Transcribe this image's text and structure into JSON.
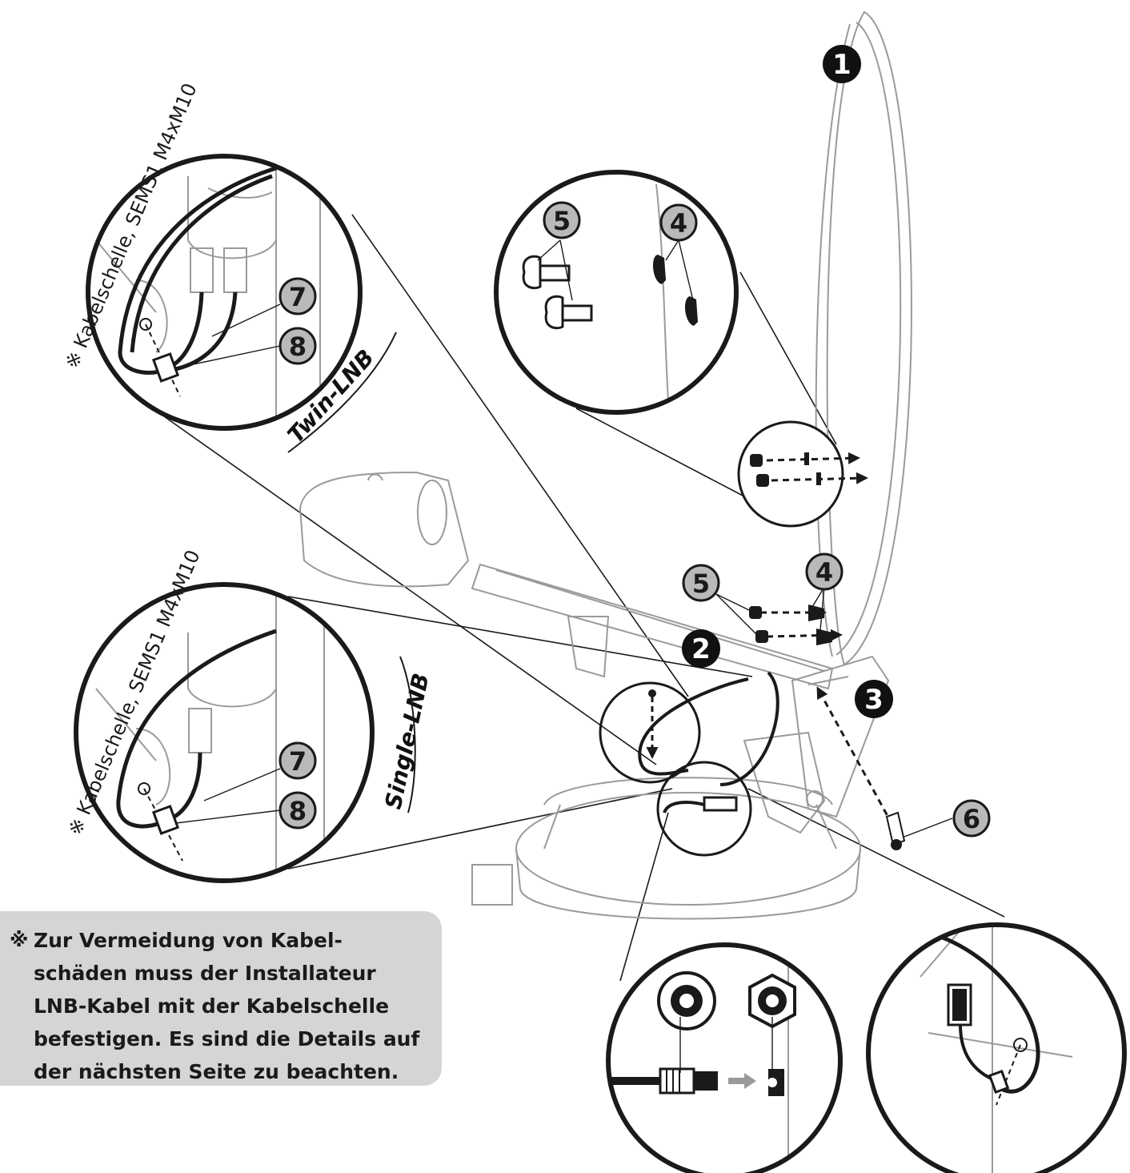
{
  "callouts": {
    "n1": "1",
    "n2": "2",
    "n3": "3",
    "n4": "4",
    "n5": "5",
    "n6": "6",
    "n7": "7",
    "n8": "8"
  },
  "labels": {
    "twin_lnb": "Twin-LNB",
    "single_lnb": "Single-LNB",
    "clip_note_twin": "※ Kabelschelle, SEMS1 M4xM10",
    "clip_note_single": "※ Kabelschelle, SEMS1 M4xM10"
  },
  "note": {
    "mark": "※",
    "text": "Zur Vermeidung von Kabel-\nschäden muss der Installateur\nLNB-Kabel mit der Kabelschelle\nbefestigen. Es sind die Details auf\nder nächsten Seite zu beachten."
  },
  "colors": {
    "callout_black": "#111111",
    "callout_grey": "#b9b9bb",
    "note_background": "#d5d5d7",
    "drawing_stroke": "#1a1a1a",
    "light_stroke": "#9a9a9a"
  }
}
